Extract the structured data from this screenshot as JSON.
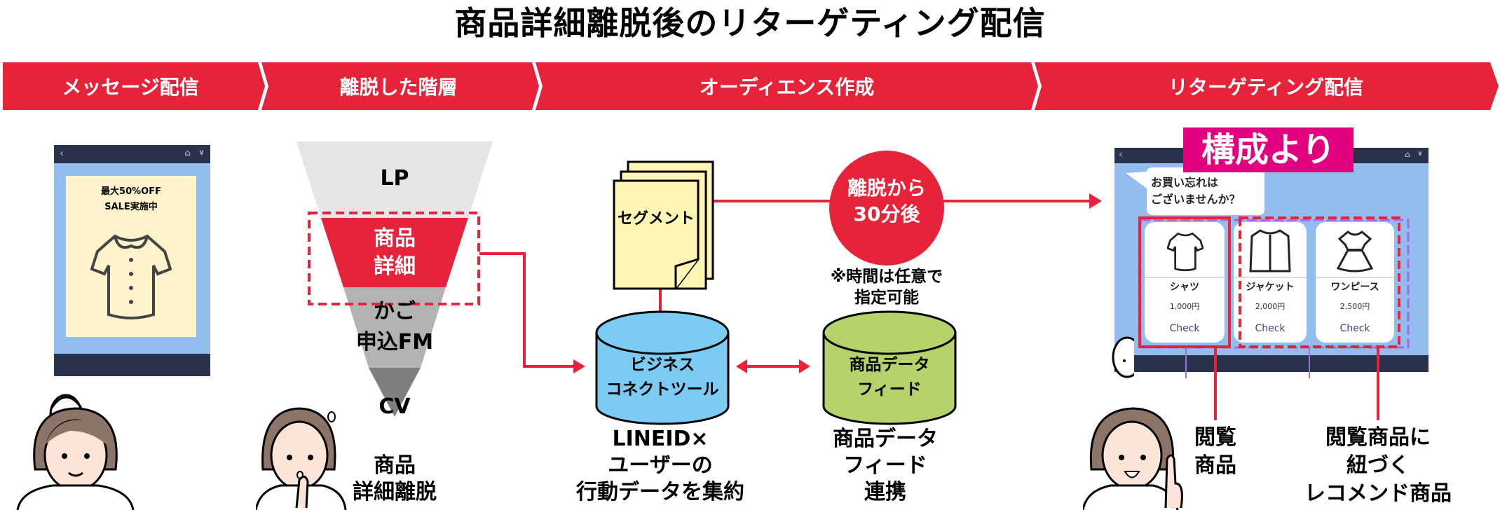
{
  "title": "商品詳細離脱後のリターゲティング配信",
  "steps": [
    "メッセージ配信",
    "離脱した階層",
    "オーディエンス作成",
    "リターゲティング配信"
  ],
  "colors": {
    "accent": "#e62339",
    "badge": "#e2007e",
    "phone_bg": "#93bcef",
    "phone_bar": "#28324a",
    "segment": "#fff5b5",
    "db_blue": "#7ccbf2",
    "db_green": "#b5d36a",
    "funnel_light": "#e6e6e6",
    "funnel_mid": "#b3b3b3",
    "funnel_dark": "#7f7f7f"
  },
  "message": {
    "line1": "最大50%OFF",
    "line2": "SALE実施中",
    "icons": [
      "chevron-left-icon",
      "home-icon",
      "chevron-down-icon",
      "shirt-icon"
    ]
  },
  "funnel": {
    "levels": [
      "LP",
      "商品\n詳細",
      "かご\n申込FM",
      "CV"
    ],
    "lp": "LP",
    "detail1": "商品",
    "detail2": "詳細",
    "cart1": "かご",
    "cart2": "申込FM",
    "cv": "CV",
    "caption1": "商品",
    "caption2": "詳細離脱"
  },
  "audience": {
    "segment": "セグメント",
    "timing1": "離脱から",
    "timing2": "30分後",
    "note1": "※時間は任意で",
    "note2": "指定可能",
    "db1_1": "ビジネス",
    "db1_2": "コネクトツール",
    "db2_1": "商品データ",
    "db2_2": "フィード",
    "cap1_1": "LINEID×",
    "cap1_2": "ユーザーの",
    "cap1_3": "行動データを集約",
    "cap2_1": "商品データ",
    "cap2_2": "フィード",
    "cap2_3": "連携"
  },
  "retarget": {
    "badge": "構成より",
    "bubble1": "お買い忘れは",
    "bubble2": "ございませんか？",
    "products": [
      {
        "name": "シャツ",
        "price": "1,000円",
        "button": "Check",
        "icon": "shirt-icon"
      },
      {
        "name": "ジャケット",
        "price": "2,000円",
        "button": "Check",
        "icon": "jacket-icon"
      },
      {
        "name": "ワンピース",
        "price": "2,500円",
        "button": "Check",
        "icon": "dress-icon"
      }
    ],
    "viewed1": "閲覧",
    "viewed2": "商品",
    "rec1": "閲覧商品に",
    "rec2": "紐づく",
    "rec3": "レコメンド商品"
  }
}
